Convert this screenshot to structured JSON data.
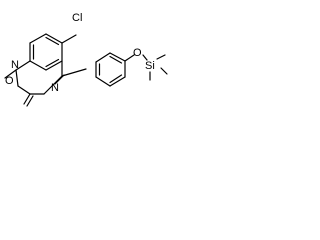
{
  "molecule": {
    "atoms": {
      "chlorine": "Cl",
      "ring_nitrogen_1": "N",
      "methyl": "CH3",
      "carbonyl_oxygen": "O",
      "ring_nitrogen_4": "N",
      "ether_oxygen": "O",
      "silicon": "Si"
    },
    "bond_color": "#000000",
    "label_color": "#000000"
  }
}
